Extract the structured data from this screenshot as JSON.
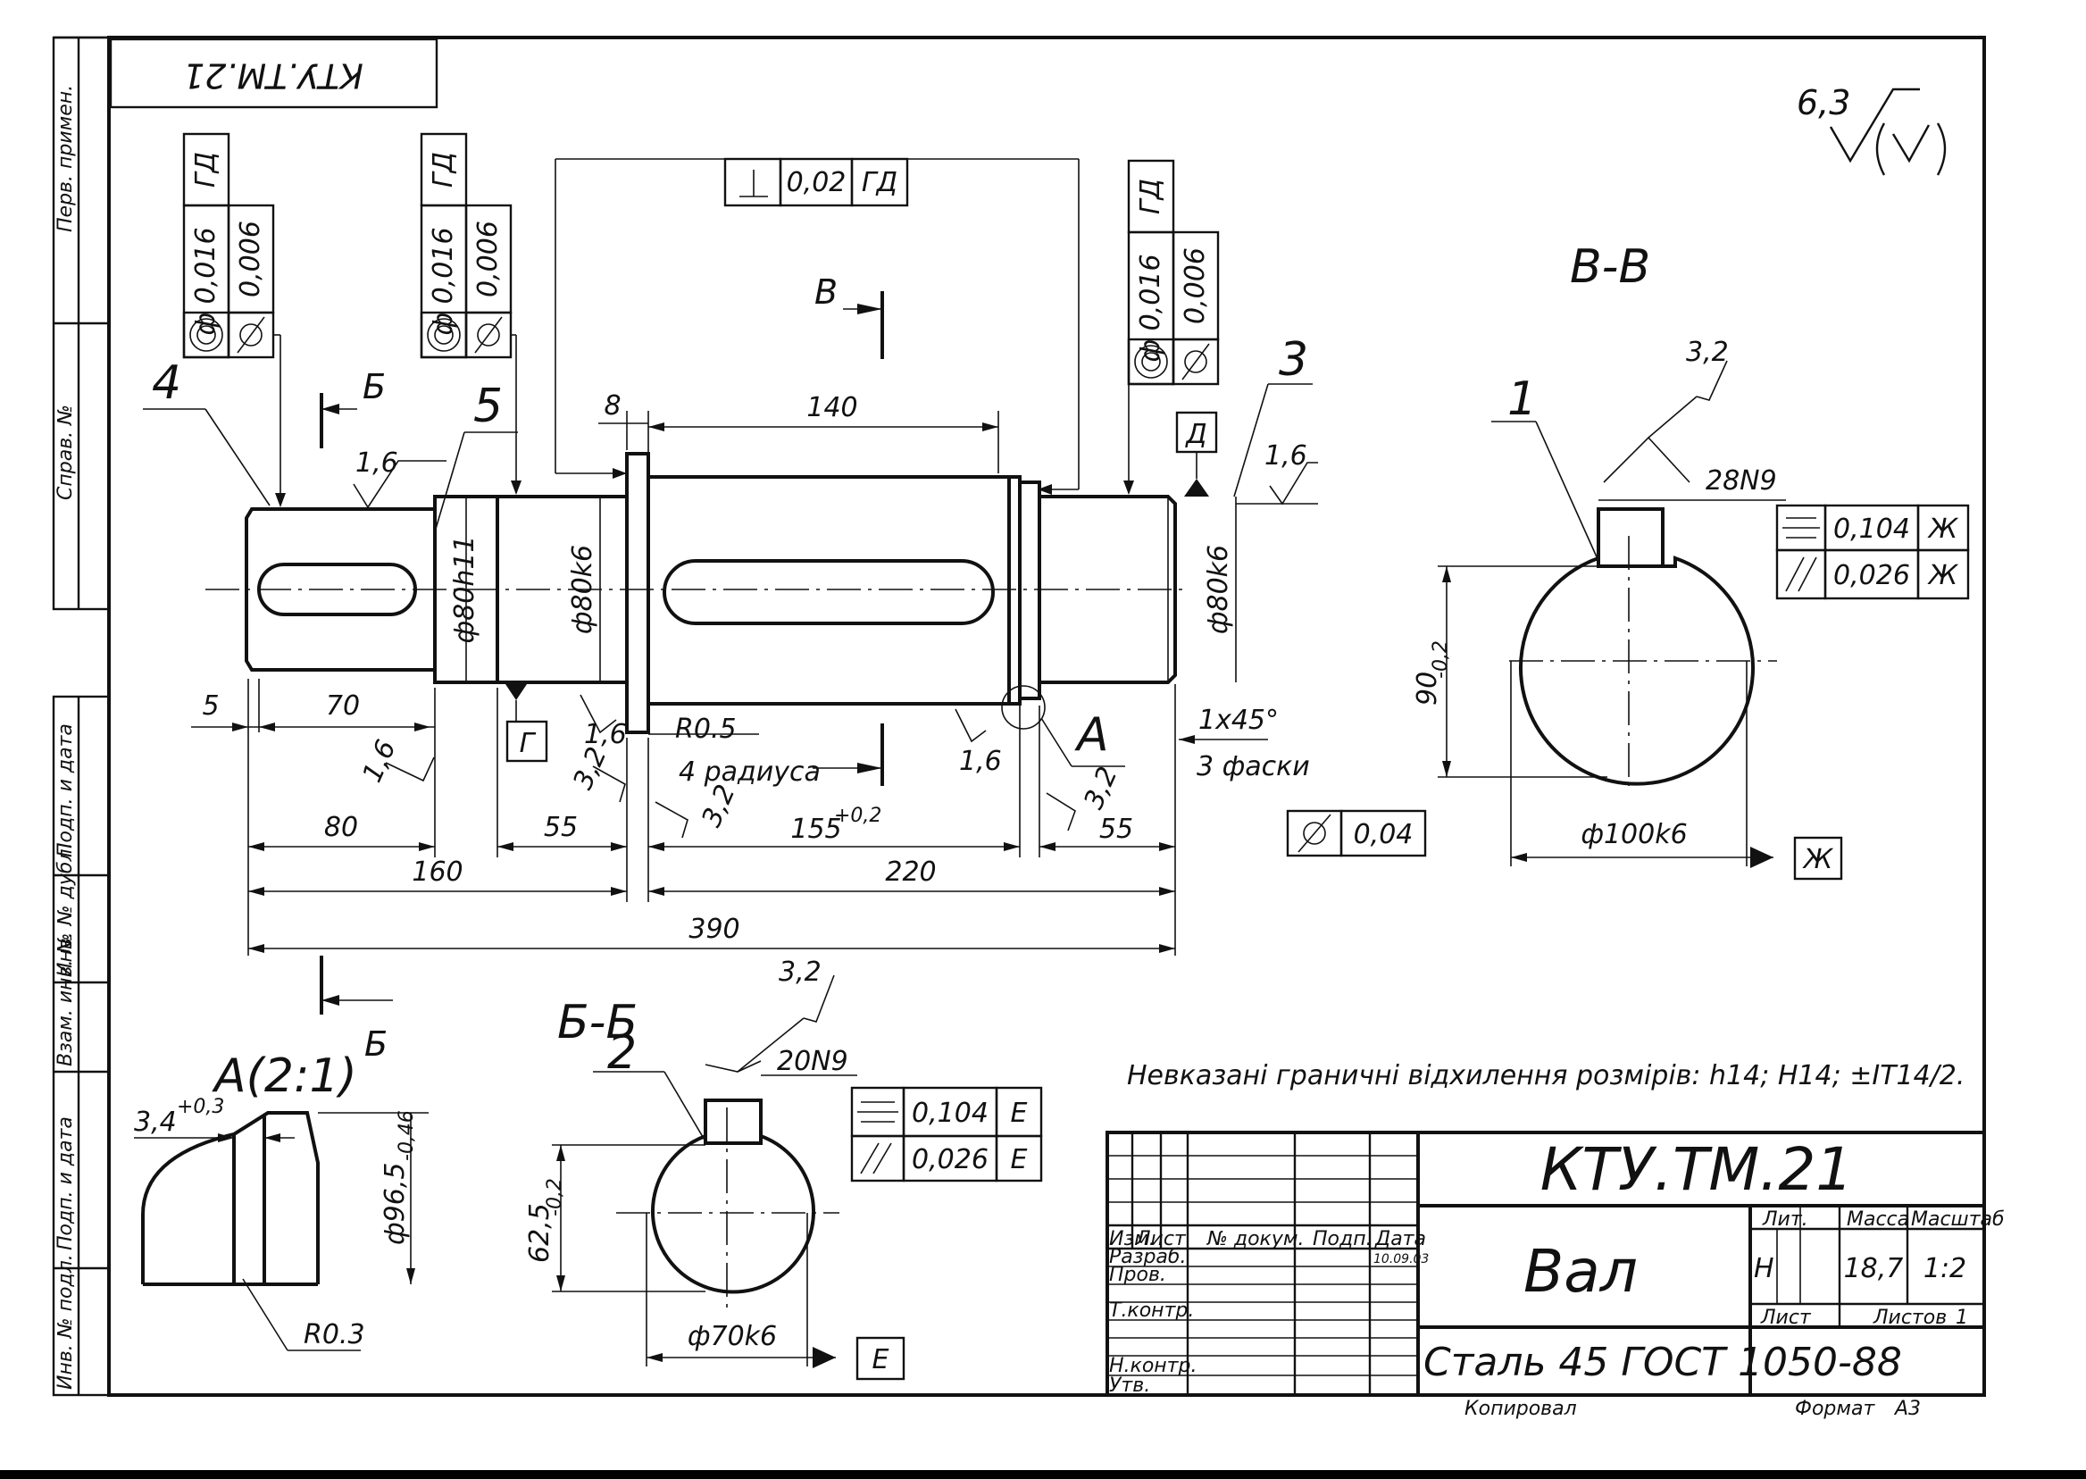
{
  "drawing": {
    "designation": "КТУ.ТМ.21",
    "designation_mirrored": "КТУ.ТМ.21",
    "part_name": "Вал",
    "material": "Сталь 45 ГОСТ 1050-88",
    "roughness_general": "6,3",
    "note": "Невказані граничні відхилення розмірів: h14; H14; ±IT14/2.",
    "copied_by_label": "Копировал",
    "format_label": "Формат",
    "format_value": "А3"
  },
  "side_stamp": {
    "labels": [
      "Перв. примен.",
      "Справ. №",
      "Подп. и дата",
      "Инв. № дубл.",
      "Взам. инв. №",
      "Подп. и дата",
      "Инв. № подл."
    ]
  },
  "title_block": {
    "headers": {
      "izm": "Изм.",
      "list": "Лист",
      "doc": "№ докум.",
      "sign": "Подп.",
      "date": "Дата"
    },
    "date_value": "10.09.03",
    "rows": [
      "Разраб.",
      "Пров.",
      "Т.контр.",
      "Н.контр.",
      "Утв."
    ],
    "lit_label": "Лит.",
    "mass_label": "Масса",
    "scale_label": "Масштаб",
    "lit_value": "Н",
    "mass_value": "18,7",
    "scale_value": "1:2",
    "sheet_label": "Лист",
    "sheets_label": "Листов",
    "sheets_value": "1"
  },
  "tolerance_frames": {
    "f4_runout_value": "ф 0,016",
    "f4_runout_datum": "ГД",
    "f4_cyl_value": "0,006",
    "f5_runout_value": "ф 0,016",
    "f5_runout_datum": "ГД",
    "f5_cyl_value": "0,006",
    "f3_runout_value": "ф 0,016",
    "f3_runout_datum": "ГД",
    "f3_cyl_value": "0,006",
    "perp_value": "0,02",
    "perp_datum": "ГД",
    "vv_sym_value": "0,104",
    "vv_sym_datum": "Ж",
    "vv_par_value": "0,026",
    "vv_par_datum": "Ж",
    "bb_sym_value": "0,104",
    "bb_sym_datum": "Е",
    "bb_par_value": "0,026",
    "bb_par_datum": "Е",
    "cyl_section_value": "0,04"
  },
  "datums": {
    "g": "Г",
    "d": "Д",
    "zh": "Ж",
    "e": "Е"
  },
  "callouts": {
    "c1": "1",
    "c2": "2",
    "c3": "3",
    "c4": "4",
    "c5": "5",
    "detail_a": "А"
  },
  "sections": {
    "b_letter": "Б",
    "v_letter": "В",
    "bb_title": "Б-Б",
    "vv_title": "В-В",
    "detail_title": "А(2:1)"
  },
  "dimensions": {
    "d8": "8",
    "d140": "140",
    "d5": "5",
    "d70": "70",
    "d80": "80",
    "d55a": "55",
    "d155": "155",
    "d155_tol": "+0,2",
    "d55b": "55",
    "d160": "160",
    "d220": "220",
    "d390": "390",
    "dia_80h11": "ф80h11",
    "dia_80k6a": "ф80k6",
    "dia_80k6b": "ф80k6",
    "r05": "R0.5",
    "radii_note": "4 радиуса",
    "chamfer": "1х45°",
    "chamfer_note": "3 фаски",
    "w28": "28N9",
    "h90": "90",
    "h90_tol": "-0,2",
    "dia100": "ф100k6",
    "w20": "20N9",
    "h625": "62,5",
    "h625_tol": "-0,2",
    "dia70": "ф70k6",
    "g34": "3,4",
    "g34_tol": "+0,3",
    "dia965": "ф96,5",
    "dia965_tol": "-0,46",
    "r03": "R0.3"
  },
  "roughness": {
    "r1": "1,6",
    "r2": "1,6",
    "r3": "1,6",
    "r4": "1,6",
    "r5": "1,6",
    "r6": "3,2",
    "r7": "3,2",
    "r8": "3,2",
    "r9": "3,2",
    "r10": "3,2"
  }
}
